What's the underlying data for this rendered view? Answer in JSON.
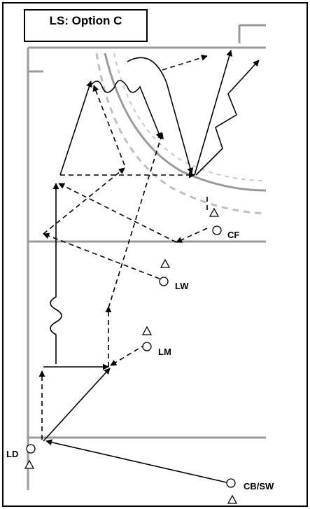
{
  "title": "LS: Option C",
  "players": [
    {
      "id": "cf",
      "label": "CF"
    },
    {
      "id": "lw",
      "label": "LW"
    },
    {
      "id": "lm",
      "label": "LM"
    },
    {
      "id": "ld",
      "label": "LD"
    },
    {
      "id": "cbsw",
      "label": "CB/SW"
    }
  ],
  "colors": {
    "line": "#000000",
    "field": "#9a9a9a",
    "field_dash": "#bfbfbf"
  }
}
